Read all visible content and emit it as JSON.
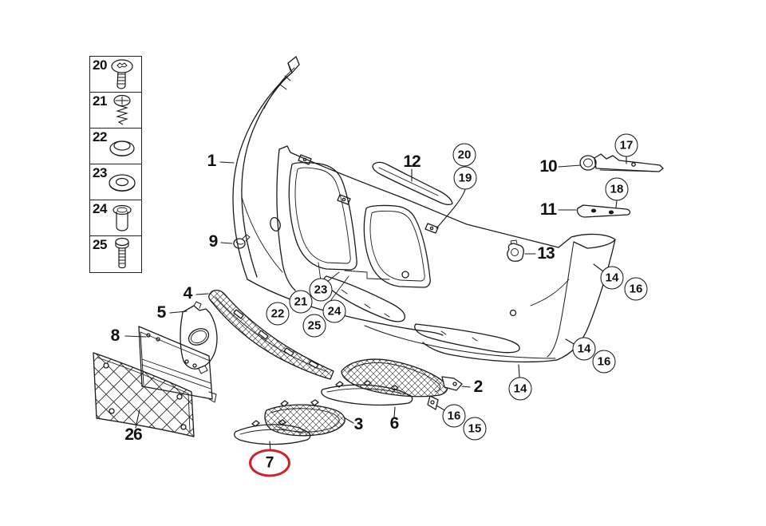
{
  "diagram": {
    "kind": "exploded-parts-diagram",
    "subject": "front bumper trim mounting parts",
    "background_color": "#ffffff",
    "line_color": "#1a1a1a",
    "highlight_color": "#d1202b",
    "highlighted_item": "7"
  },
  "fasteners": {
    "items": [
      {
        "number": "20",
        "icon": "torx-screw-icon"
      },
      {
        "number": "21",
        "icon": "phillips-screw-icon"
      },
      {
        "number": "22",
        "icon": "grommet-cap-icon"
      },
      {
        "number": "23",
        "icon": "washer-icon"
      },
      {
        "number": "24",
        "icon": "spacer-sleeve-icon"
      },
      {
        "number": "25",
        "icon": "long-screw-icon"
      }
    ]
  },
  "callouts": {
    "plain": [
      {
        "label": "1"
      },
      {
        "label": "12"
      },
      {
        "label": "10"
      },
      {
        "label": "11"
      },
      {
        "label": "9"
      },
      {
        "label": "13"
      },
      {
        "label": "4"
      },
      {
        "label": "5"
      },
      {
        "label": "8"
      },
      {
        "label": "26"
      },
      {
        "label": "3"
      },
      {
        "label": "6"
      },
      {
        "label": "2"
      }
    ],
    "circled": [
      {
        "label": "20"
      },
      {
        "label": "19"
      },
      {
        "label": "17"
      },
      {
        "label": "18"
      },
      {
        "label": "23"
      },
      {
        "label": "21"
      },
      {
        "label": "22"
      },
      {
        "label": "24"
      },
      {
        "label": "25"
      },
      {
        "label": "14"
      },
      {
        "label": "16"
      },
      {
        "label": "14"
      },
      {
        "label": "16"
      },
      {
        "label": "14"
      },
      {
        "label": "16"
      },
      {
        "label": "15"
      }
    ],
    "highlighted": [
      {
        "label": "7"
      }
    ]
  }
}
